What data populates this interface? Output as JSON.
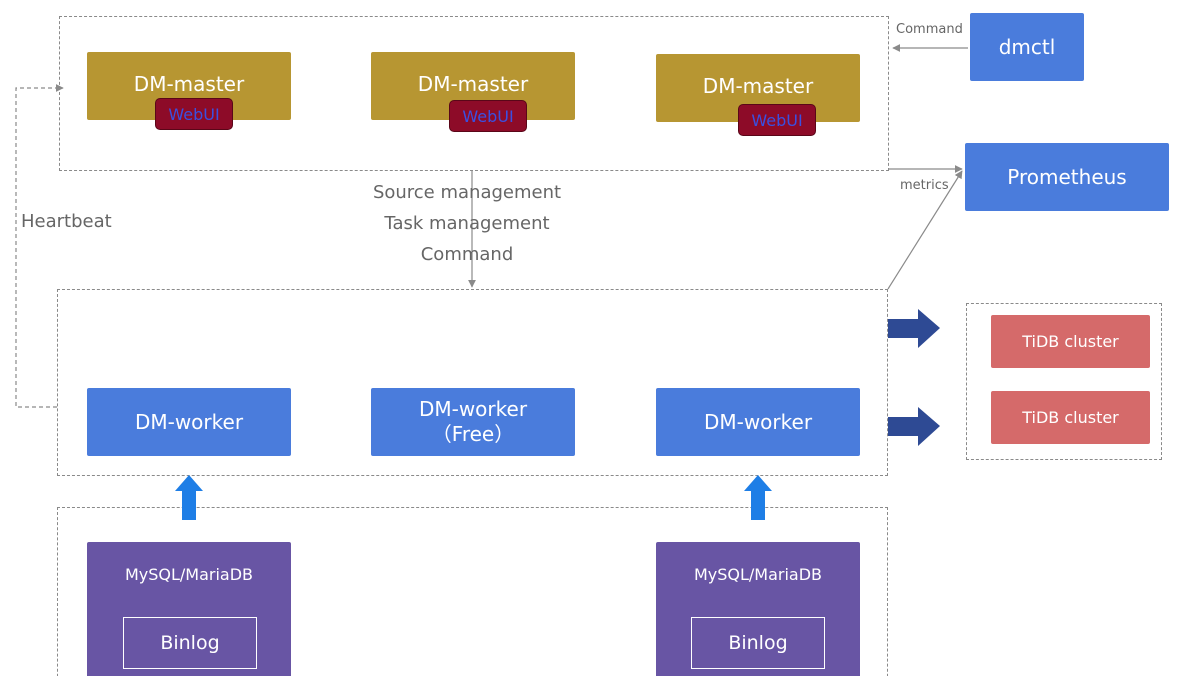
{
  "masters": [
    {
      "label": "DM-master",
      "webui": "WebUI"
    },
    {
      "label": "DM-master",
      "webui": "WebUI"
    },
    {
      "label": "DM-master",
      "webui": "WebUI"
    }
  ],
  "workers": [
    {
      "line1": "DM-worker",
      "line2": ""
    },
    {
      "line1": "DM-worker",
      "line2": "（Free）"
    },
    {
      "line1": "DM-worker",
      "line2": ""
    }
  ],
  "dmctl": "dmctl",
  "prometheus": "Prometheus",
  "tidb_clusters": [
    "TiDB cluster",
    "TiDB cluster"
  ],
  "sources": [
    {
      "label": "MySQL/MariaDB",
      "binlog": "Binlog"
    },
    {
      "label": "MySQL/MariaDB",
      "binlog": "Binlog"
    }
  ],
  "edge_labels": {
    "command": "Command",
    "metrics": "metrics",
    "heartbeat": "Heartbeat",
    "control": [
      "Source management",
      "Task management",
      "Command"
    ]
  },
  "colors": {
    "master": "#b79632",
    "webui": "#8d0b28",
    "worker": "#4a7cdc",
    "tidb": "#d56a6a",
    "source": "#6855a4",
    "block_arrow_up": "#1e7ee6",
    "block_arrow_right": "#2e4a94"
  }
}
